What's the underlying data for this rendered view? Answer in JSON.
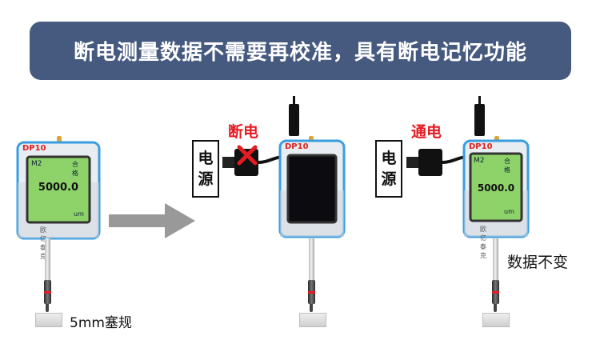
{
  "banner": {
    "title": "断电测量数据不需要再校准，具有断电记忆功能"
  },
  "devices": {
    "left": {
      "model": "DP10",
      "mode": "M2",
      "status": "合格",
      "value": "5000.0",
      "unit": "um",
      "brand": "欧亿泰克"
    },
    "mid": {
      "model": "DP10"
    },
    "right": {
      "model": "DP10",
      "mode": "M2",
      "status": "合格",
      "value": "5000.0",
      "unit": "um",
      "brand": "欧亿泰克"
    }
  },
  "labels": {
    "gauge_block": "5mm塞规",
    "power_off": "断电",
    "power_on": "通电",
    "power_source_char1": "电",
    "power_source_char2": "源",
    "data_unchanged": "数据不变"
  },
  "colors": {
    "banner": "#465a80",
    "screen": "#8ed36a",
    "red": "#e51c23",
    "frame": "#3a9de0"
  }
}
